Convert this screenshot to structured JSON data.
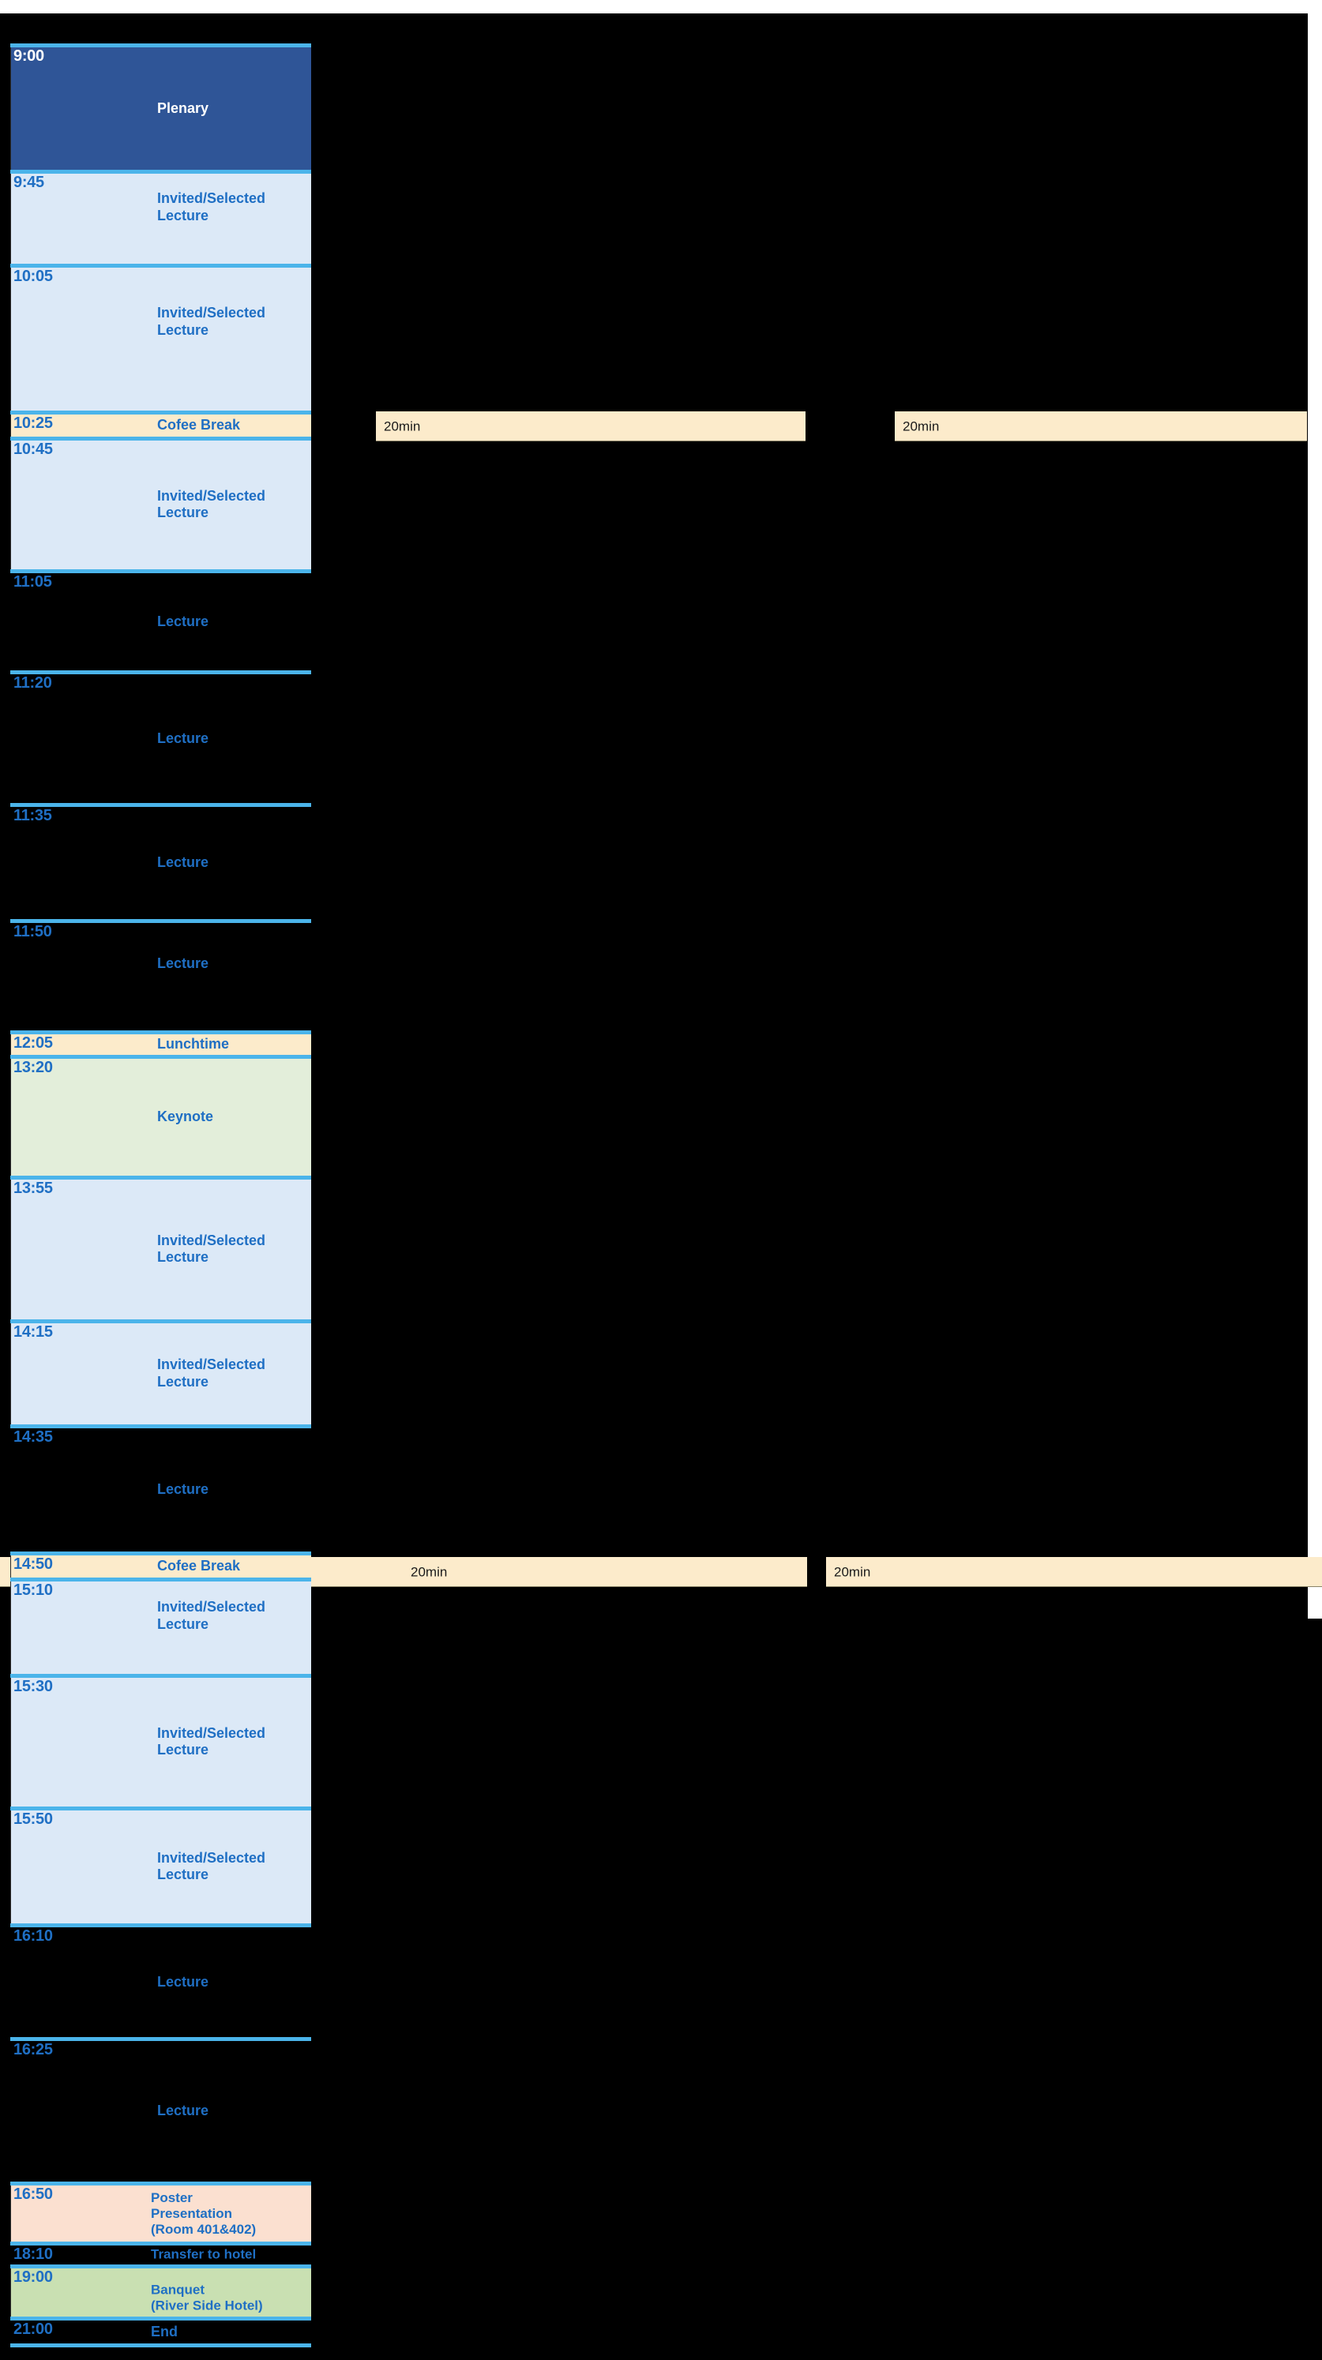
{
  "document": {
    "kind": "conference-program-timetable",
    "accent_color": "#4BB4EA",
    "text_color": "#1F6FC4",
    "plenary_color": "#2F5597",
    "lecture_color": "#DCE9F7",
    "break_color": "#FCEBCB",
    "keynote_color": "#E3EEDA",
    "poster_color": "#FBE0D0",
    "banquet_color": "#C9E0B2"
  },
  "schedule": {
    "rows": [
      {
        "time": "9:00",
        "title": "Plenary",
        "style": "plenary"
      },
      {
        "time": "9:45",
        "title": "Invited/Selected\nLecture",
        "style": "lecture-light"
      },
      {
        "time": "10:05",
        "title": "Invited/Selected\nLecture",
        "style": "lecture-light"
      },
      {
        "time": "10:25",
        "title": "Cofee Break",
        "style": "break"
      },
      {
        "time": "10:45",
        "title": "Invited/Selected\nLecture",
        "style": "lecture-light"
      },
      {
        "time": "11:05",
        "title": "Lecture",
        "style": "transparent"
      },
      {
        "time": "11:20",
        "title": "Lecture",
        "style": "transparent"
      },
      {
        "time": "11:35",
        "title": "Lecture",
        "style": "transparent"
      },
      {
        "time": "11:50",
        "title": "Lecture",
        "style": "transparent"
      },
      {
        "time": "12:05",
        "title": "Lunchtime",
        "style": "break"
      },
      {
        "time": "13:20",
        "title": "Keynote",
        "style": "keynote"
      },
      {
        "time": "13:55",
        "title": "Invited/Selected\nLecture",
        "style": "lecture-light"
      },
      {
        "time": "14:15",
        "title": "Invited/Selected\nLecture",
        "style": "lecture-light"
      },
      {
        "time": "14:35",
        "title": "Lecture",
        "style": "transparent"
      },
      {
        "time": "14:50",
        "title": "Cofee Break",
        "style": "break"
      },
      {
        "time": "15:10",
        "title": "Invited/Selected\nLecture",
        "style": "lecture-light"
      },
      {
        "time": "15:30",
        "title": "Invited/Selected\nLecture",
        "style": "lecture-light"
      },
      {
        "time": "15:50",
        "title": "Invited/Selected\nLecture",
        "style": "lecture-light"
      },
      {
        "time": "16:10",
        "title": "Lecture",
        "style": "transparent"
      },
      {
        "time": "16:25",
        "title": "Lecture",
        "style": "transparent"
      },
      {
        "time": "16:50",
        "title": "Poster\nPresentation\n(Room 401&402)",
        "style": "poster"
      },
      {
        "time": "18:10",
        "title": "Transfer to hotel",
        "style": "transparent"
      },
      {
        "time": "19:00",
        "title": "Banquet\n(River Side Hotel)",
        "style": "banquet"
      },
      {
        "time": "21:00",
        "title": "End",
        "style": "transparent"
      }
    ]
  },
  "break_bars": [
    {
      "label": "20min",
      "row_time": "10:25",
      "slot": "left"
    },
    {
      "label": "20min",
      "row_time": "10:25",
      "slot": "right"
    },
    {
      "label": "20min",
      "row_time": "14:50",
      "slot": "left"
    },
    {
      "label": "20min",
      "row_time": "14:50",
      "slot": "right"
    }
  ]
}
